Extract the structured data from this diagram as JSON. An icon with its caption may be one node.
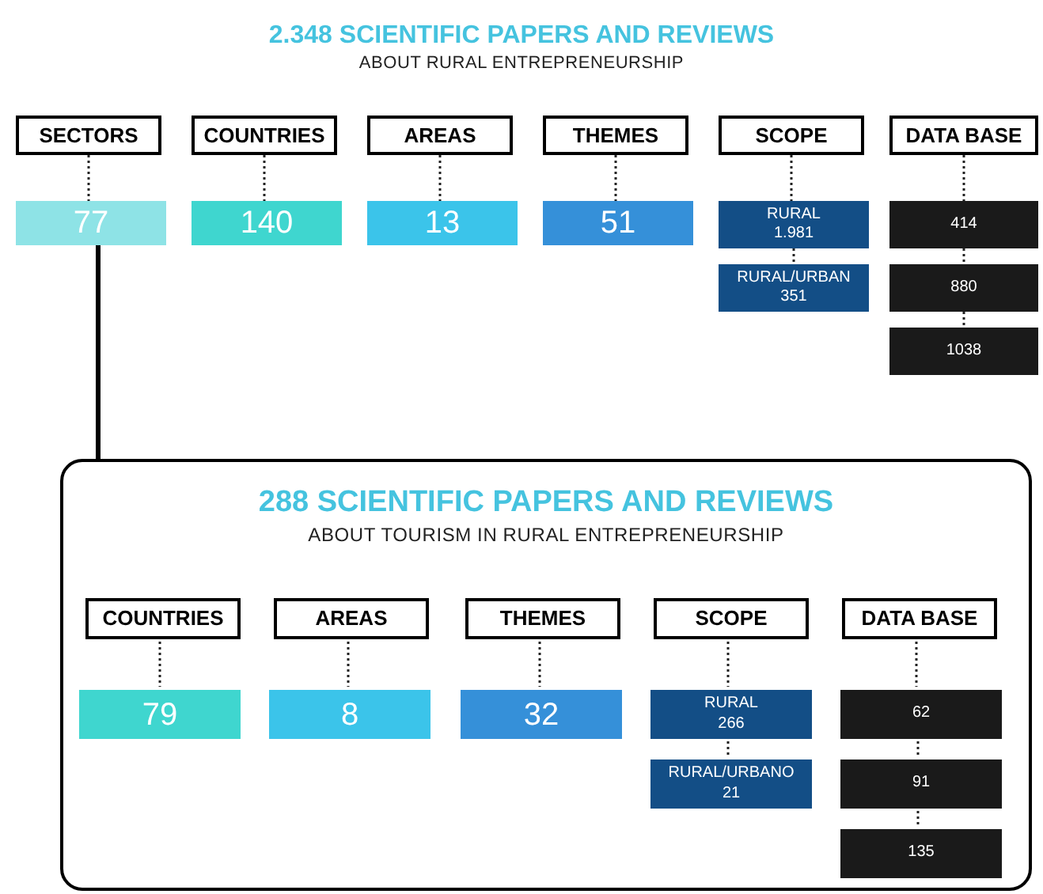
{
  "diagram": {
    "title": "2.348 SCIENTIFIC PAPERS AND REVIEWS",
    "nodes": [
      {
        "text": [
          "SECTORS"
        ]
      },
      {
        "text": [
          "COUNTRIES"
        ]
      },
      {
        "text": [
          "AREAS"
        ]
      },
      {
        "text": [
          "THEMES"
        ]
      },
      {
        "text": [
          "SCOPE"
        ]
      },
      {
        "text": [
          "DATA BASE"
        ]
      },
      {
        "text": [
          "77"
        ]
      },
      {
        "text": [
          "140"
        ]
      },
      {
        "text": [
          "13"
        ]
      },
      {
        "text": [
          "51"
        ]
      },
      {
        "text": [
          "RURAL",
          "1.981"
        ]
      },
      {
        "text": [
          "RURAL/URBAN",
          "351"
        ]
      },
      {
        "text": [
          "414"
        ]
      },
      {
        "text": [
          "880"
        ]
      },
      {
        "text": [
          "1038"
        ]
      },
      {
        "text": [
          "288 SCIENTIFIC PAPERS AND REVIEWS",
          "ABOUT TOURISM IN RURAL ENTREPRENEURSHIP"
        ]
      },
      {
        "text": [
          "COUNTRIES"
        ],
        "in": 15
      },
      {
        "text": [
          "AREAS"
        ],
        "in": 15
      },
      {
        "text": [
          "THEMES"
        ],
        "in": 15
      },
      {
        "text": [
          "SCOPE"
        ],
        "in": 15
      },
      {
        "text": [
          "DATA BASE"
        ],
        "in": 15
      },
      {
        "text": [
          "79"
        ],
        "in": 15
      },
      {
        "text": [
          "8"
        ],
        "in": 15
      },
      {
        "text": [
          "32"
        ],
        "in": 15
      },
      {
        "text": [
          "RURAL",
          "266"
        ],
        "in": 15
      },
      {
        "text": [
          "RURAL/URBANO",
          "21"
        ],
        "in": 15
      },
      {
        "text": [
          "62"
        ],
        "in": 15
      },
      {
        "text": [
          "91"
        ],
        "in": 15
      },
      {
        "text": [
          "135"
        ],
        "in": 15
      }
    ],
    "edges": [
      {
        "from": 0,
        "to": 6,
        "arrow": "none",
        "style": "dashed"
      },
      {
        "from": 1,
        "to": 7,
        "arrow": "none",
        "style": "dashed"
      },
      {
        "from": 2,
        "to": 8,
        "arrow": "none",
        "style": "dashed"
      },
      {
        "from": 3,
        "to": 9,
        "arrow": "none",
        "style": "dashed"
      },
      {
        "from": 4,
        "to": 10,
        "arrow": "none",
        "style": "dashed"
      },
      {
        "from": 10,
        "to": 11,
        "arrow": "none",
        "style": "dashed"
      },
      {
        "from": 5,
        "to": 12,
        "arrow": "none",
        "style": "dashed"
      },
      {
        "from": 12,
        "to": 13,
        "arrow": "none",
        "style": "dashed"
      },
      {
        "from": 13,
        "to": 14,
        "arrow": "none",
        "style": "dashed"
      },
      {
        "from": 6,
        "to": 15,
        "arrow": "none",
        "style": "thick"
      },
      {
        "from": 16,
        "to": 21,
        "arrow": "none",
        "style": "dashed"
      },
      {
        "from": 17,
        "to": 22,
        "arrow": "none",
        "style": "dashed"
      },
      {
        "from": 18,
        "to": 23,
        "arrow": "none",
        "style": "dashed"
      },
      {
        "from": 19,
        "to": 24,
        "arrow": "none",
        "style": "dashed"
      },
      {
        "from": 24,
        "to": 25,
        "arrow": "none",
        "style": "dashed"
      },
      {
        "from": 20,
        "to": 26,
        "arrow": "none",
        "style": "dashed"
      },
      {
        "from": 26,
        "to": 27,
        "arrow": "none",
        "style": "dashed"
      },
      {
        "from": 27,
        "to": 28,
        "arrow": "none",
        "style": "dashed"
      }
    ],
    "labels": [
      "ABOUT RURAL ENTREPRENEURSHIP"
    ]
  }
}
